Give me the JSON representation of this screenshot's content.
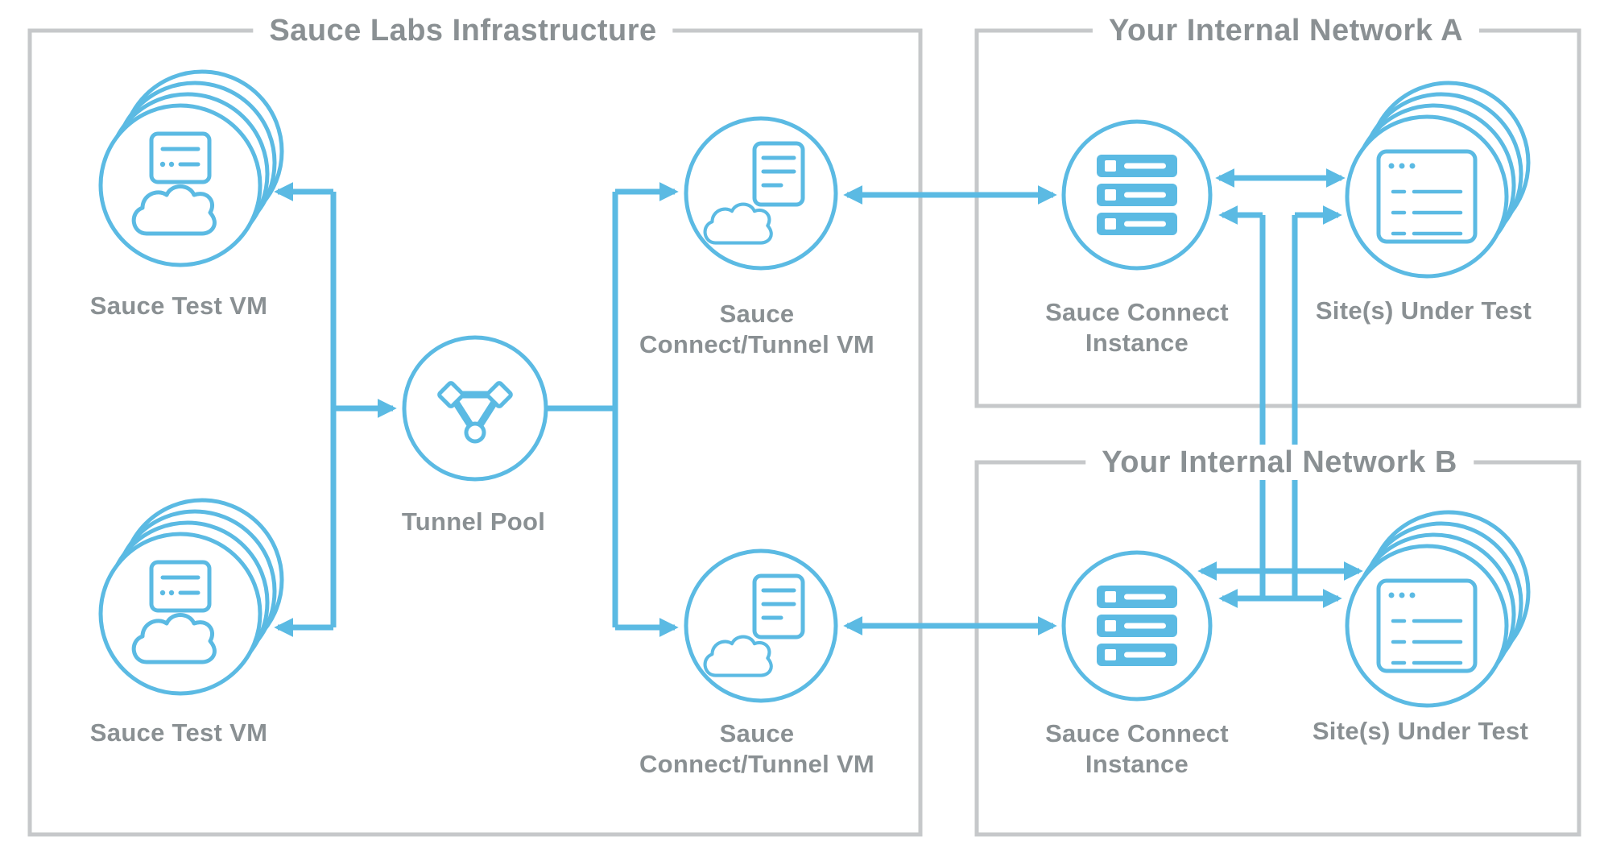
{
  "colors": {
    "blue": "#5bbae3",
    "gray_text": "#8a9093",
    "box_border": "#c6c8ca",
    "background": "#ffffff"
  },
  "boxes": {
    "sauce_labs": {
      "title": "Sauce Labs Infrastructure"
    },
    "network_a": {
      "title": "Your Internal Network A"
    },
    "network_b": {
      "title": "Your Internal Network B"
    }
  },
  "nodes": {
    "sauce_test_vm_top": {
      "label": "Sauce Test VM",
      "icon": "server-cloud-stack"
    },
    "sauce_test_vm_bottom": {
      "label": "Sauce Test VM",
      "icon": "server-cloud-stack"
    },
    "tunnel_pool": {
      "label": "Tunnel Pool",
      "icon": "tunnel-network"
    },
    "sc_tunnel_vm_top": {
      "label_line1": "Sauce",
      "label_line2": "Connect/Tunnel VM",
      "icon": "cloud-document"
    },
    "sc_tunnel_vm_bottom": {
      "label_line1": "Sauce",
      "label_line2": "Connect/Tunnel VM",
      "icon": "cloud-document"
    },
    "sc_instance_a": {
      "label_line1": "Sauce Connect",
      "label_line2": "Instance",
      "icon": "server-rack"
    },
    "sites_a": {
      "label": "Site(s) Under Test",
      "icon": "browser-window-stack"
    },
    "sc_instance_b": {
      "label_line1": "Sauce Connect",
      "label_line2": "Instance",
      "icon": "server-rack"
    },
    "sites_b": {
      "label": "Site(s) Under Test",
      "icon": "browser-window-stack"
    }
  }
}
